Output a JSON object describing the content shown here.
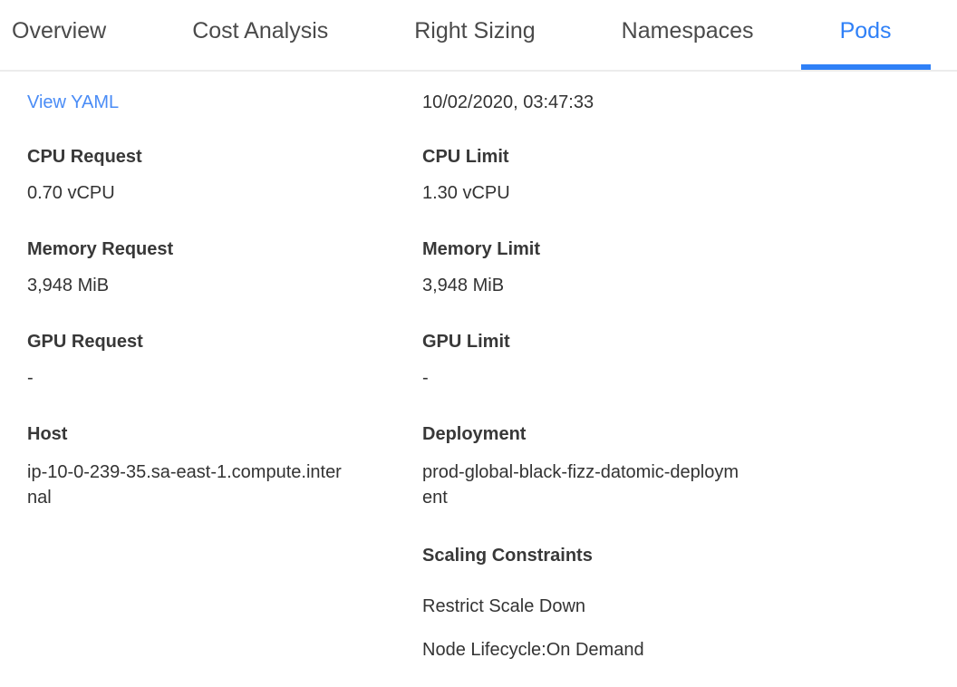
{
  "tabs": {
    "items": [
      {
        "label": "Overview",
        "active": false
      },
      {
        "label": "Cost Analysis",
        "active": false
      },
      {
        "label": "Right Sizing",
        "active": false
      },
      {
        "label": "Namespaces",
        "active": false
      },
      {
        "label": "Pods",
        "active": true
      }
    ]
  },
  "detail": {
    "view_yaml_label": "View YAML",
    "timestamp": "10/02/2020, 03:47:33",
    "fields": [
      {
        "label": "CPU Request",
        "value": "0.70 vCPU"
      },
      {
        "label": "CPU Limit",
        "value": "1.30 vCPU"
      },
      {
        "label": "Memory Request",
        "value": "3,948 MiB"
      },
      {
        "label": "Memory Limit",
        "value": "3,948 MiB"
      },
      {
        "label": "GPU Request",
        "value": "-"
      },
      {
        "label": "GPU Limit",
        "value": "-"
      }
    ],
    "host": {
      "label": "Host",
      "value": "ip-10-0-239-35.sa-east-1.compute.internal"
    },
    "deployment": {
      "label": "Deployment",
      "value": "prod-global-black-fizz-datomic-deployment"
    },
    "scaling_constraints": {
      "title": "Scaling Constraints",
      "items": [
        "Restrict Scale Down",
        "Node Lifecycle:On Demand"
      ]
    }
  },
  "colors": {
    "accent_blue": "#2f80f7",
    "link_blue": "#4a8cf6",
    "tab_inactive": "#4a4a4a",
    "label_text": "#383838",
    "value_text": "#333333",
    "divider": "#ececec"
  }
}
